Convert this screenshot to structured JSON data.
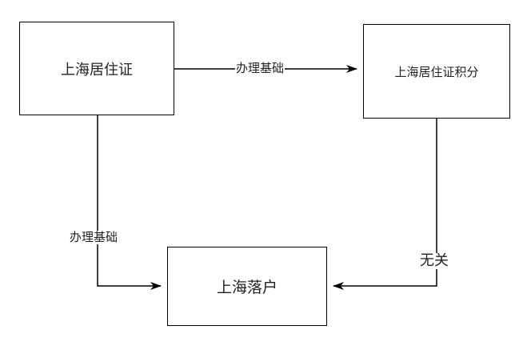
{
  "nodes": {
    "residence_permit": "上海居住证",
    "residence_points": "上海居住证积分",
    "hukou": "上海落户"
  },
  "edges": {
    "residence_to_points": "办理基础",
    "residence_to_hukou": "办理基础",
    "points_to_hukou": "无关"
  },
  "colors": {
    "line": "#000000",
    "background": "#ffffff"
  }
}
